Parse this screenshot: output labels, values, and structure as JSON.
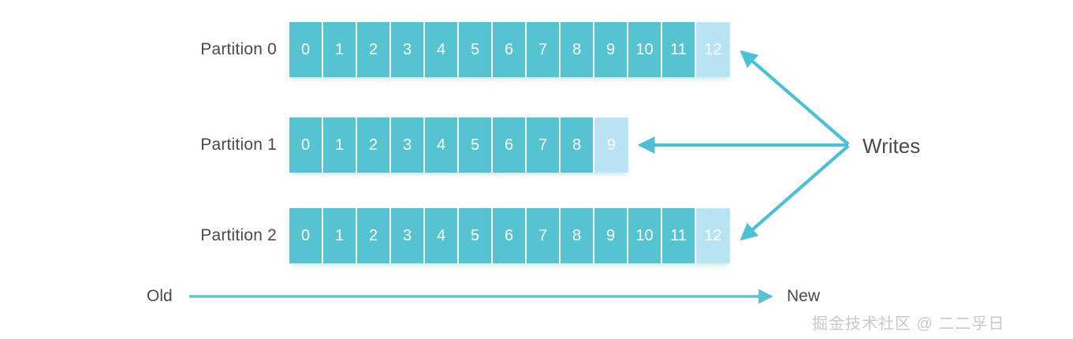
{
  "diagram": {
    "title": "Kafka partition log append diagram",
    "colors": {
      "cell_committed": "#55c3d0",
      "cell_pending": "#b7e3f2",
      "arrow": "#4cc0d4",
      "text": "#4a4a4a",
      "background": "#ffffff",
      "watermark": "#c9c9c9"
    },
    "partitions": [
      {
        "label": "Partition 0",
        "cells": [
          "0",
          "1",
          "2",
          "3",
          "4",
          "5",
          "6",
          "7",
          "8",
          "9",
          "10",
          "11",
          "12"
        ],
        "pending_index": 12
      },
      {
        "label": "Partition 1",
        "cells": [
          "0",
          "1",
          "2",
          "3",
          "4",
          "5",
          "6",
          "7",
          "8",
          "9"
        ],
        "pending_index": 9
      },
      {
        "label": "Partition 2",
        "cells": [
          "0",
          "1",
          "2",
          "3",
          "4",
          "5",
          "6",
          "7",
          "8",
          "9",
          "10",
          "11",
          "12"
        ],
        "pending_index": 12
      }
    ],
    "writes": {
      "label": "Writes"
    },
    "timeline": {
      "old_label": "Old",
      "new_label": "New"
    },
    "watermark": {
      "text": "掘金技术社区 @ 二二孚日"
    }
  }
}
